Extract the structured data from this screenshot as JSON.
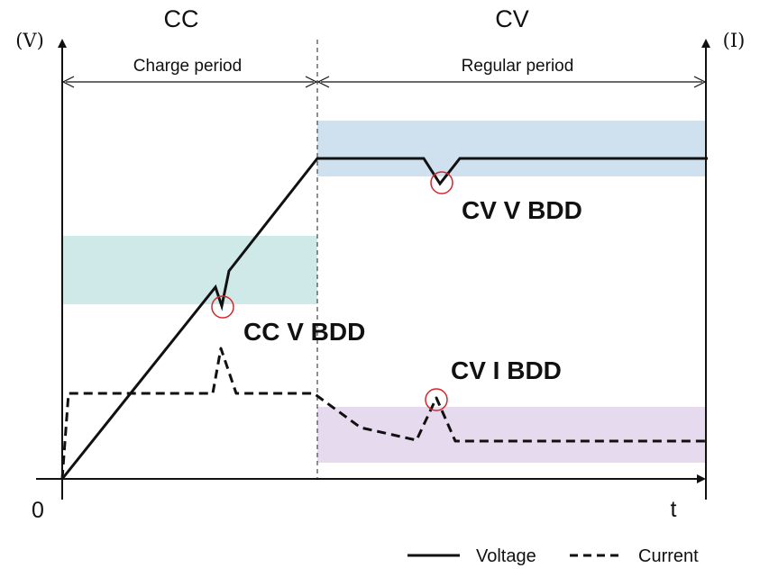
{
  "phases": {
    "cc": {
      "title": "CC",
      "subtitle": "Charge period"
    },
    "cv": {
      "title": "CV",
      "subtitle": "Regular period"
    }
  },
  "axes": {
    "left_unit": "(V)",
    "right_unit": "(I)",
    "origin": "0",
    "x_label": "t"
  },
  "annotations": {
    "cc_v_bdd": "CC V BDD",
    "cv_v_bdd": "CV V BDD",
    "cv_i_bdd": "CV I BDD"
  },
  "legend": {
    "voltage": "Voltage",
    "current": "Current"
  },
  "colors": {
    "cc_band": "#cfe9e8",
    "cv_voltage_band": "#cfe1ef",
    "cv_current_band": "#e6dbee",
    "marker": "#d8262c",
    "line": "#111111"
  }
}
